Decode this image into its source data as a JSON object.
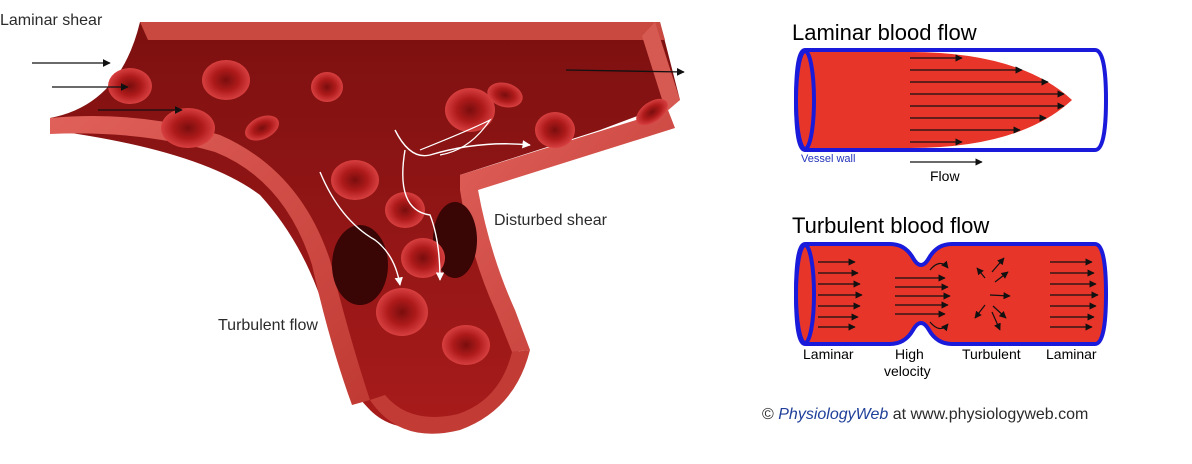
{
  "left_panel": {
    "laminar_shear": "Laminar shear",
    "disturbed_shear": "Disturbed shear",
    "turbulent_flow": "Turbulent flow"
  },
  "laminar_panel": {
    "title": "Laminar blood flow",
    "vessel_wall": "Vessel wall",
    "flow": "Flow"
  },
  "turbulent_panel": {
    "title": "Turbulent blood flow",
    "labels": {
      "laminar_left": "Laminar",
      "high_velocity_1": "High",
      "high_velocity_2": "velocity",
      "turbulent": "Turbulent",
      "laminar_right": "Laminar"
    }
  },
  "credit": {
    "copyright": "©",
    "brand": "PhysiologyWeb",
    "at": "at",
    "url": "www.physiologyweb.com"
  },
  "colors": {
    "vessel_wall_blue": "#1a1adb",
    "blood_red": "#e8352a",
    "tissue_dark": "#8c1212",
    "tissue_mid": "#b52222"
  }
}
